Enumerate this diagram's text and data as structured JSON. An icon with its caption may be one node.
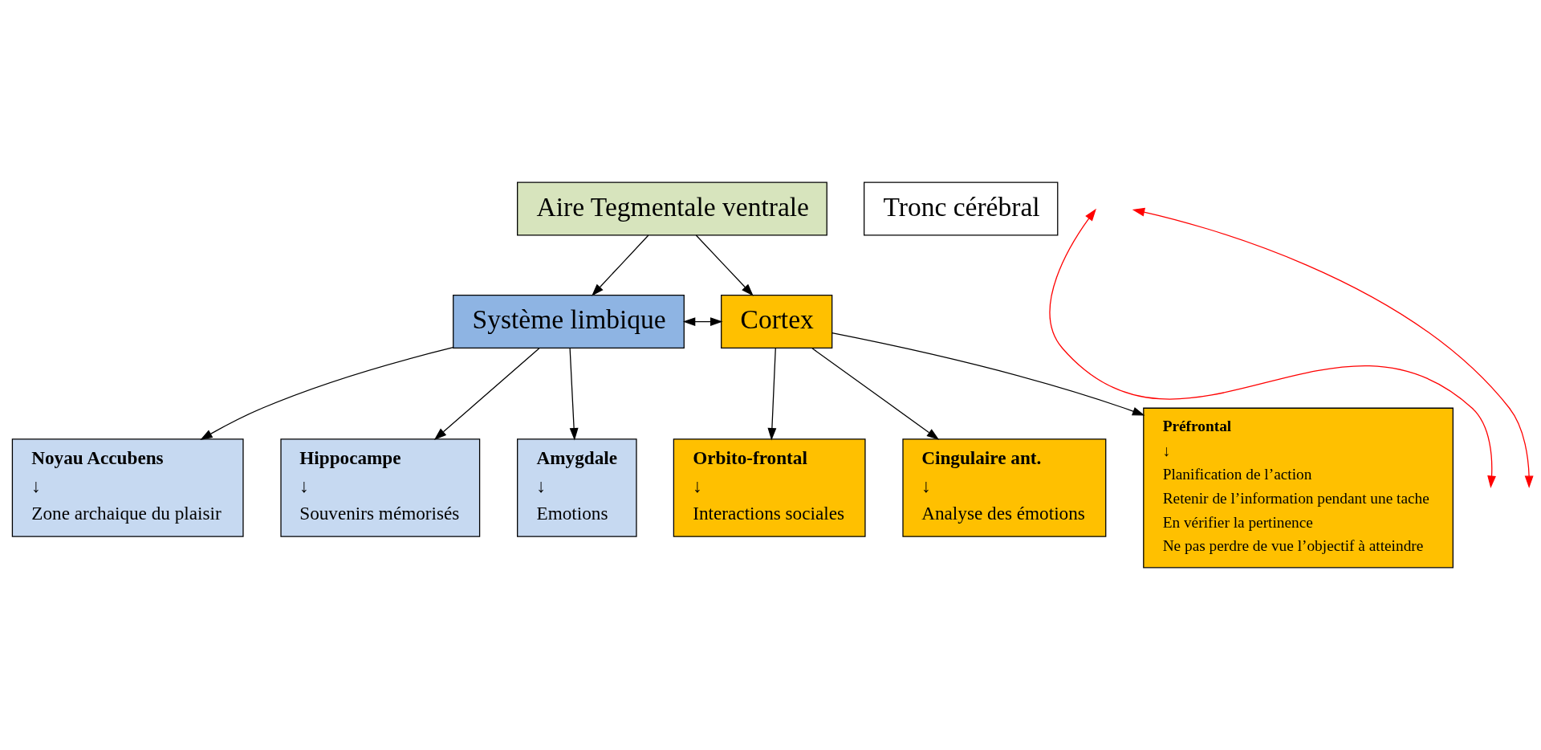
{
  "diagram": {
    "nodes": [
      {
        "text": [
          "Aire Tegmentale ventrale"
        ]
      },
      {
        "text": [
          "Tronc cérébral"
        ]
      },
      {
        "text": [
          "Système limbique"
        ]
      },
      {
        "text": [
          "Cortex"
        ]
      },
      {
        "text": [
          "Noyau Accubens",
          "↓",
          "Zone archaique du plaisir"
        ]
      },
      {
        "text": [
          "Hippocampe",
          "↓",
          "Souvenirs mémorisés"
        ]
      },
      {
        "text": [
          "Orbito-frontal",
          "↓",
          "Interactions sociales"
        ]
      },
      {
        "text": [
          "Cingulaire ant.",
          "↓",
          "Analyse des émotions"
        ]
      },
      {
        "text": [
          "Amygdale",
          "↓",
          "Emotions"
        ]
      },
      {
        "text": [
          "Préfrontal",
          "↓",
          "Planification de l’action",
          "Retenir de l’information pendant une tache",
          "En vérifier la pertinence",
          "Ne pas perdre de vue l’objectif à atteindre"
        ]
      }
    ],
    "edges": [
      {
        "from": 0,
        "to": 2,
        "arrow": "to"
      },
      {
        "from": 0,
        "to": 3,
        "arrow": "to"
      },
      {
        "from": 2,
        "to": 3,
        "arrow": "both"
      },
      {
        "from": 2,
        "to": 4,
        "arrow": "to"
      },
      {
        "from": 2,
        "to": 8,
        "arrow": "to"
      },
      {
        "from": 2,
        "to": 5,
        "arrow": "to"
      },
      {
        "from": 3,
        "to": 9,
        "arrow": "to"
      },
      {
        "from": 3,
        "to": 6,
        "arrow": "to"
      },
      {
        "from": 3,
        "to": 7,
        "arrow": "to"
      }
    ]
  }
}
